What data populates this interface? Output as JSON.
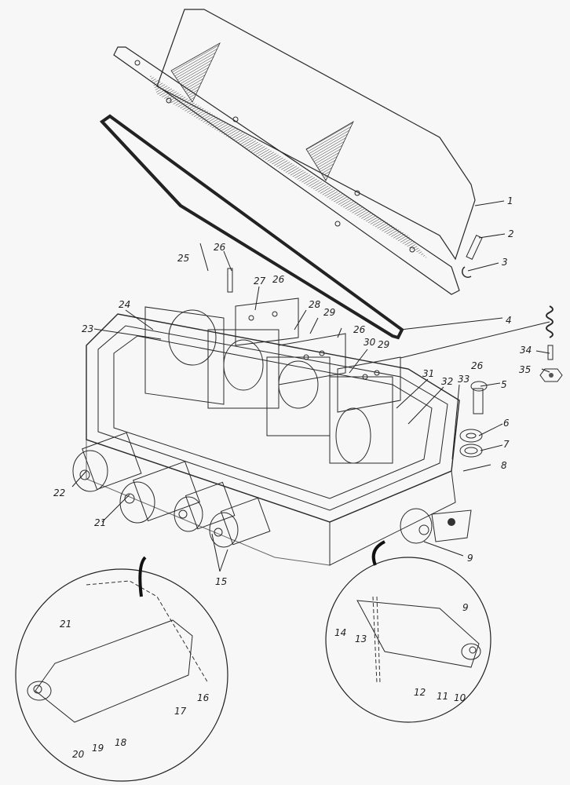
{
  "figure": {
    "type": "exploded-view technical illustration",
    "subject": "relay-regulator box with cover, gasket, relays and plug connectors",
    "detail_views": [
      {
        "name": "connector-cutaway-left",
        "callouts": [
          "21",
          "16",
          "17",
          "18",
          "19",
          "20"
        ]
      },
      {
        "name": "connector-cutaway-right",
        "callouts": [
          "9",
          "14",
          "13",
          "12",
          "11",
          "10"
        ]
      }
    ],
    "callouts": [
      {
        "id": "c1",
        "label": "1",
        "part": "cover"
      },
      {
        "id": "c2",
        "label": "2",
        "part": "cover-screw"
      },
      {
        "id": "c3",
        "label": "3",
        "part": "washer-clip"
      },
      {
        "id": "c4",
        "label": "4",
        "part": "gasket"
      },
      {
        "id": "c5",
        "label": "5",
        "part": "screw"
      },
      {
        "id": "c6",
        "label": "6",
        "part": "lock-washer"
      },
      {
        "id": "c7",
        "label": "7",
        "part": "flat-washer"
      },
      {
        "id": "c8",
        "label": "8",
        "part": "mounting-lug"
      },
      {
        "id": "c9",
        "label": "9",
        "part": "connector"
      },
      {
        "id": "c9b",
        "label": "9",
        "part": "connector-detail"
      },
      {
        "id": "c10",
        "label": "10",
        "part": "wire"
      },
      {
        "id": "c11",
        "label": "11",
        "part": "insulator"
      },
      {
        "id": "c12",
        "label": "12",
        "part": "contact-sleeve"
      },
      {
        "id": "c13",
        "label": "13",
        "part": "nut"
      },
      {
        "id": "c14",
        "label": "14",
        "part": "pin"
      },
      {
        "id": "c15",
        "label": "15",
        "part": "connectors"
      },
      {
        "id": "c16",
        "label": "16",
        "part": "pin"
      },
      {
        "id": "c17",
        "label": "17",
        "part": "housing"
      },
      {
        "id": "c18",
        "label": "18",
        "part": "spring"
      },
      {
        "id": "c19",
        "label": "19",
        "part": "insulator"
      },
      {
        "id": "c20",
        "label": "20",
        "part": "wire"
      },
      {
        "id": "c21",
        "label": "21",
        "part": "connector"
      },
      {
        "id": "c21b",
        "label": "21",
        "part": "connector-detail"
      },
      {
        "id": "c22",
        "label": "22",
        "part": "connector"
      },
      {
        "id": "c23",
        "label": "23",
        "part": "relay-coil"
      },
      {
        "id": "c24",
        "label": "24",
        "part": "armature"
      },
      {
        "id": "c25",
        "label": "25",
        "part": "relay-frame"
      },
      {
        "id": "c26a",
        "label": "26",
        "part": "adjusting-screw"
      },
      {
        "id": "c26b",
        "label": "26",
        "part": "adjusting-screw"
      },
      {
        "id": "c26c",
        "label": "26",
        "part": "adjusting-screw"
      },
      {
        "id": "c26d",
        "label": "26",
        "part": "adjusting-screw"
      },
      {
        "id": "c27",
        "label": "27",
        "part": "yoke"
      },
      {
        "id": "c28",
        "label": "28",
        "part": "relay"
      },
      {
        "id": "c29a",
        "label": "29",
        "part": "relay-plate"
      },
      {
        "id": "c29b",
        "label": "29",
        "part": "relay-plate"
      },
      {
        "id": "c30",
        "label": "30",
        "part": "contacts"
      },
      {
        "id": "c31",
        "label": "31",
        "part": "coil"
      },
      {
        "id": "c32",
        "label": "32",
        "part": "base-panel"
      },
      {
        "id": "c33",
        "label": "33",
        "part": "bushing"
      },
      {
        "id": "c34",
        "label": "34",
        "part": "spring-pin"
      },
      {
        "id": "c35",
        "label": "35",
        "part": "nut"
      }
    ]
  }
}
